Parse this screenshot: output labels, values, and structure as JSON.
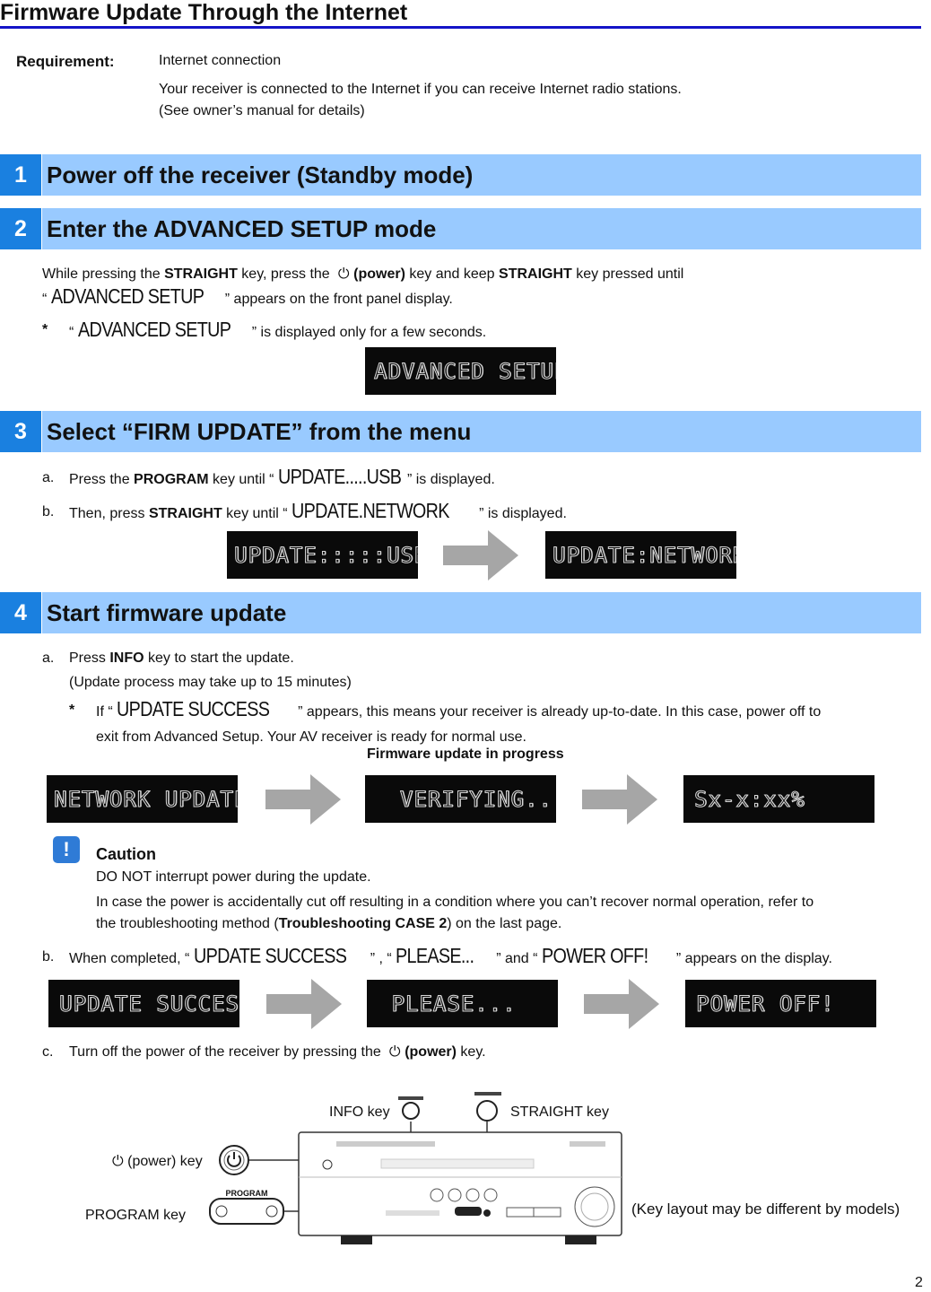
{
  "title": "Firmware Update Through the Internet",
  "requirement": {
    "label": "Requirement:",
    "line1": "Internet connection",
    "line2": "Your receiver is connected to the Internet if you can receive Internet radio stations.",
    "line3": "(See owner’s manual for details)"
  },
  "steps": [
    {
      "num": "1",
      "title": "Power off the receiver (Standby mode)"
    },
    {
      "num": "2",
      "title": "Enter the ADVANCED SETUP mode"
    },
    {
      "num": "3",
      "title": "Select “FIRM UPDATE” from the menu"
    },
    {
      "num": "4",
      "title": "Start firmware update"
    }
  ],
  "step2": {
    "p1_a": "While pressing the ",
    "p1_b": "STRAIGHT",
    "p1_c": " key, press the ",
    "p1_d": "(power)",
    "p1_e": " key and keep ",
    "p1_f": "STRAIGHT",
    "p1_g": " key pressed until",
    "p2_open": "“",
    "p2_lcd": "ADVANCED SETUP",
    "p2_rest": "” appears on the front panel display.",
    "note_star": "*",
    "note_open": "“",
    "note_lcd": "ADVANCED SETUP",
    "note_rest": "” is displayed only for a few seconds.",
    "display": "ADVANCED SETUP"
  },
  "step3": {
    "a_label": "a.",
    "a_1": "Press the ",
    "a_key": "PROGRAM",
    "a_2": " key until “",
    "a_lcd": "UPDATE.....USB",
    "a_3": "” is displayed.",
    "b_label": "b.",
    "b_1": "Then, press ",
    "b_key": "STRAIGHT",
    "b_2": " key until “",
    "b_lcd": "UPDATE.NETWORK",
    "b_3": "” is displayed.",
    "display1": "UPDATE:::::USB",
    "display2": "UPDATE:NETWORK"
  },
  "step4": {
    "a_label": "a.",
    "a_1": "Press ",
    "a_key": "INFO",
    "a_2": " key to start the update.",
    "a_sub": "(Update process may take up to 15 minutes)",
    "note_star": "*",
    "note_1": "If “",
    "note_lcd": "UPDATE SUCCESS",
    "note_2": "” appears, this means your receiver is already up-to-date. In this case, power off to",
    "note_3": "exit from Advanced Setup. Your AV receiver is ready for normal use.",
    "progress_label": "Firmware update in progress",
    "displays_a": [
      "NETWORK UPDATE",
      "  VERIFYING...",
      "Sx-x:xx%"
    ],
    "caution_icon": "!",
    "caution_title": "Caution",
    "caution_1": "DO NOT interrupt power during the update.",
    "caution_2": "In case the power is accidentally cut off resulting in a condition where you can’t recover normal operation, refer to",
    "caution_3a": "the troubleshooting method (",
    "caution_3b": "Troubleshooting CASE 2",
    "caution_3c": ") on the last page.",
    "b_label": "b.",
    "b_1": "When completed, “",
    "b_lcd1": "UPDATE SUCCESS",
    "b_2": "” , “",
    "b_lcd2": "PLEASE...",
    "b_3": "” and “",
    "b_lcd3": "POWER OFF!",
    "b_4": "” appears on the display.",
    "displays_b": [
      "UPDATE SUCCESS",
      " PLEASE...",
      "POWER OFF!"
    ],
    "c_label": "c.",
    "c_1": "Turn off the power of the receiver by pressing the ",
    "c_key": "(power)",
    "c_2": " key."
  },
  "diagram": {
    "info_key": "INFO key",
    "straight_key": "STRAIGHT key",
    "power_key": "(power) key",
    "program_key": "PROGRAM key",
    "program_label": "PROGRAM",
    "note": "(Key layout may be different by models)"
  },
  "page_number": "2"
}
